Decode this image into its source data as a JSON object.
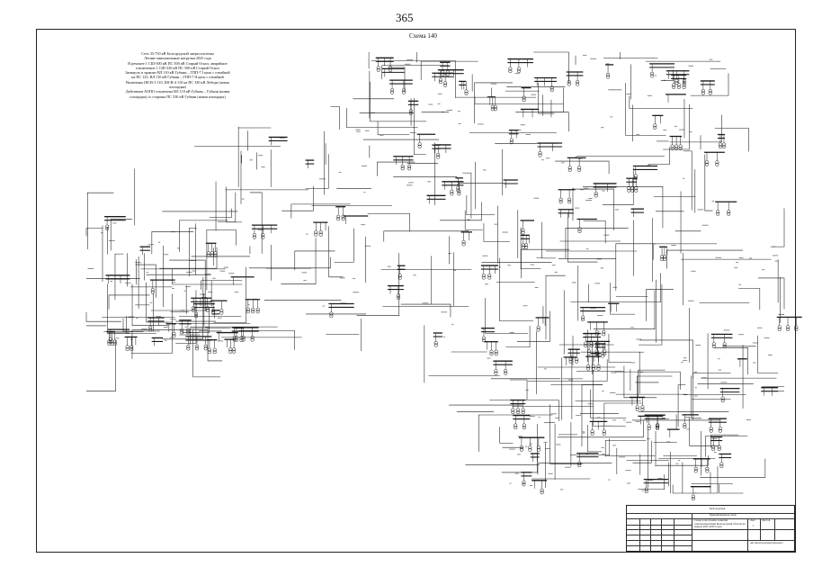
{
  "page": {
    "number": "365",
    "scheme_title": "Схема 140"
  },
  "notes": [
    "Сеть 35-750 кВ Белгородской энергосистемы",
    "Летние максимальные нагрузки 2025 года",
    "В ремонте 1 СШ-500 кВ ПС 500 кВ Старый Оскол, аварийное",
    "отключение 1 СШ-330 кВ ПС 500 кВ Старый Оскол",
    "Замкнуть в транзит ВЛ 110 кВ Губкин – ГПП-7 I цепь с отпайкой",
    "на ПС 125, ВЛ 110 кВ Губкин – ГПП-7 II цепь с отпайкой",
    "Включены ШСВ-3 110, ШСВ-4 110 на ПС 330 кВ Лебеди (новая",
    "площадка)",
    "Действием АОПО отключена ВЛ 110 кВ Губкин – Губкин (новая",
    "площадка) со стороны ПС 330 кВ Губкин (новая площадка)"
  ],
  "stamp": {
    "title": "Белгородская",
    "header": "Принципиальная схема",
    "description": "Схема и программа развития электроэнергетики Белгородской области на период 2021-2025 годов",
    "sheet_label": "Лист",
    "sheets_label": "Листов",
    "sheet": "1",
    "org": "АО «Белгородэнергопроект»"
  },
  "diagram": {
    "line_color": "#1a1a1a"
  }
}
